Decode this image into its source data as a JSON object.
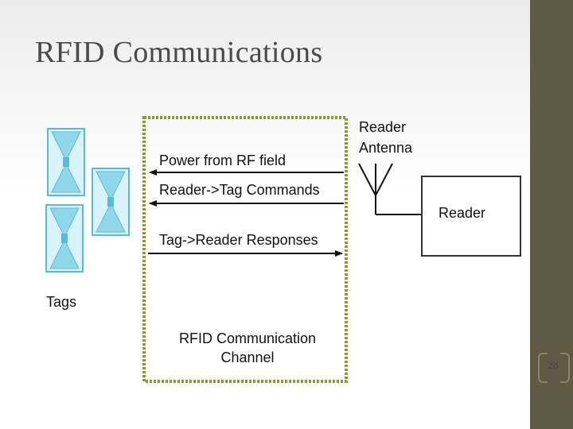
{
  "slide": {
    "title": "RFID Communications",
    "page_number": "28"
  },
  "diagram": {
    "power_label": "Power from RF field",
    "commands_label": "Reader->Tag Commands",
    "responses_label": "Tag->Reader Responses",
    "tags_label": "Tags",
    "channel_label_line1": "RFID Communication",
    "channel_label_line2": "Channel",
    "antenna_label_line1": "Reader",
    "antenna_label_line2": "Antenna",
    "reader_label": "Reader"
  },
  "colors": {
    "sidebar": "#5e5a44",
    "channel_border": "#8a9a2a",
    "tag_fill": "#8fd8ea",
    "tag_outline": "#5ab8d8",
    "arrow": "#111111"
  }
}
